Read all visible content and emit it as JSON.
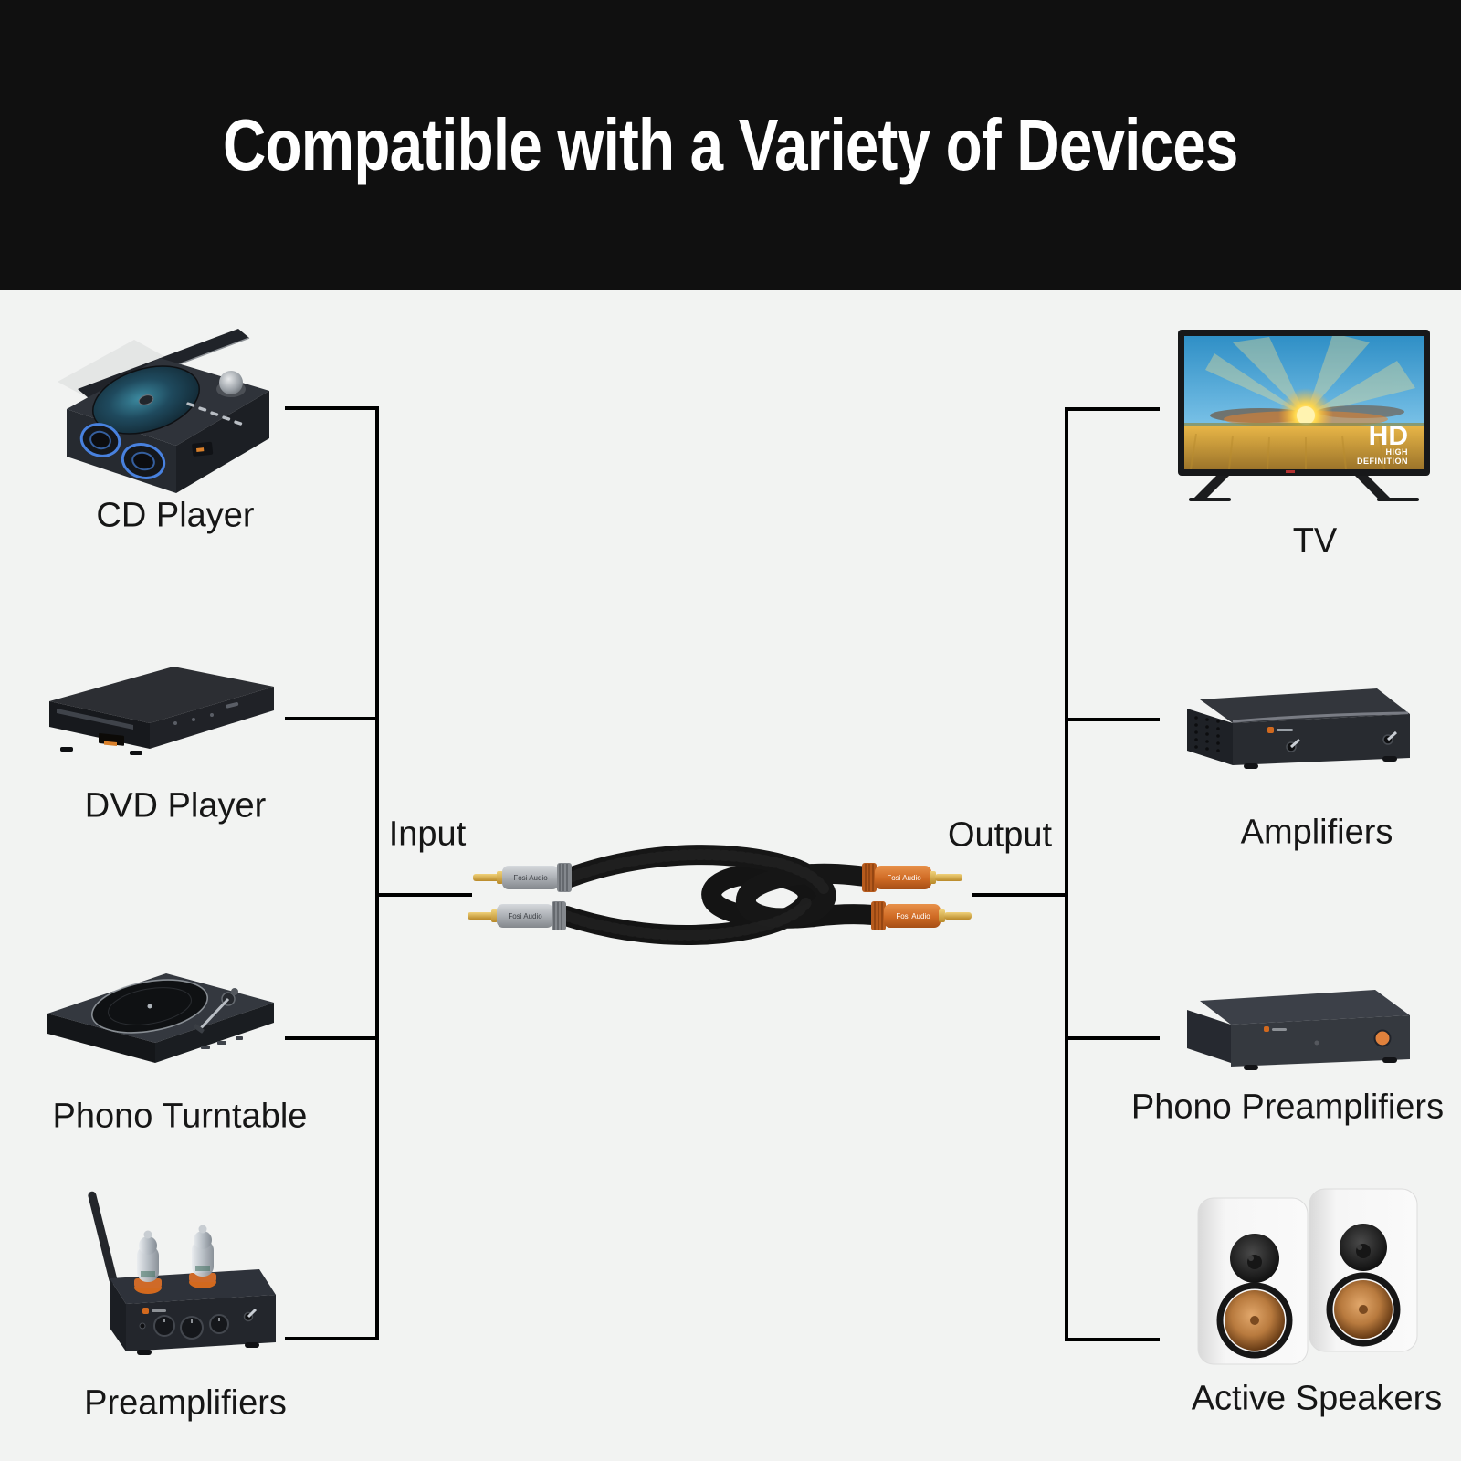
{
  "header": {
    "title": "Compatible with a Variety of Devices"
  },
  "labels": {
    "input": "Input",
    "output": "Output"
  },
  "left_devices": [
    {
      "label": "CD Player"
    },
    {
      "label": "DVD Player"
    },
    {
      "label": "Phono Turntable"
    },
    {
      "label": "Preamplifiers"
    }
  ],
  "right_devices": [
    {
      "label": "TV"
    },
    {
      "label": "Amplifiers"
    },
    {
      "label": "Phono Preamplifiers"
    },
    {
      "label": "Active Speakers"
    }
  ],
  "tv_badge": {
    "line1": "HD",
    "line2": "HIGH",
    "line3": "DEFINITION"
  },
  "cable": {
    "brand": "Fosi Audio"
  },
  "colors": {
    "background": "#f2f3f2",
    "header_bg": "#101010",
    "title_text": "#ffffff",
    "line": "#000000",
    "connector_silver": "#a8acb1",
    "connector_orange": "#cf6a24",
    "pin_gold": "#d7b04b",
    "cable_black": "#161616",
    "speaker_cone_copper": "#c08449",
    "tube_base_orange": "#d2691e",
    "tv_sky": "#2f8fc6",
    "tv_field": "#d9a436",
    "speaker_white": "#f6f6f6"
  }
}
